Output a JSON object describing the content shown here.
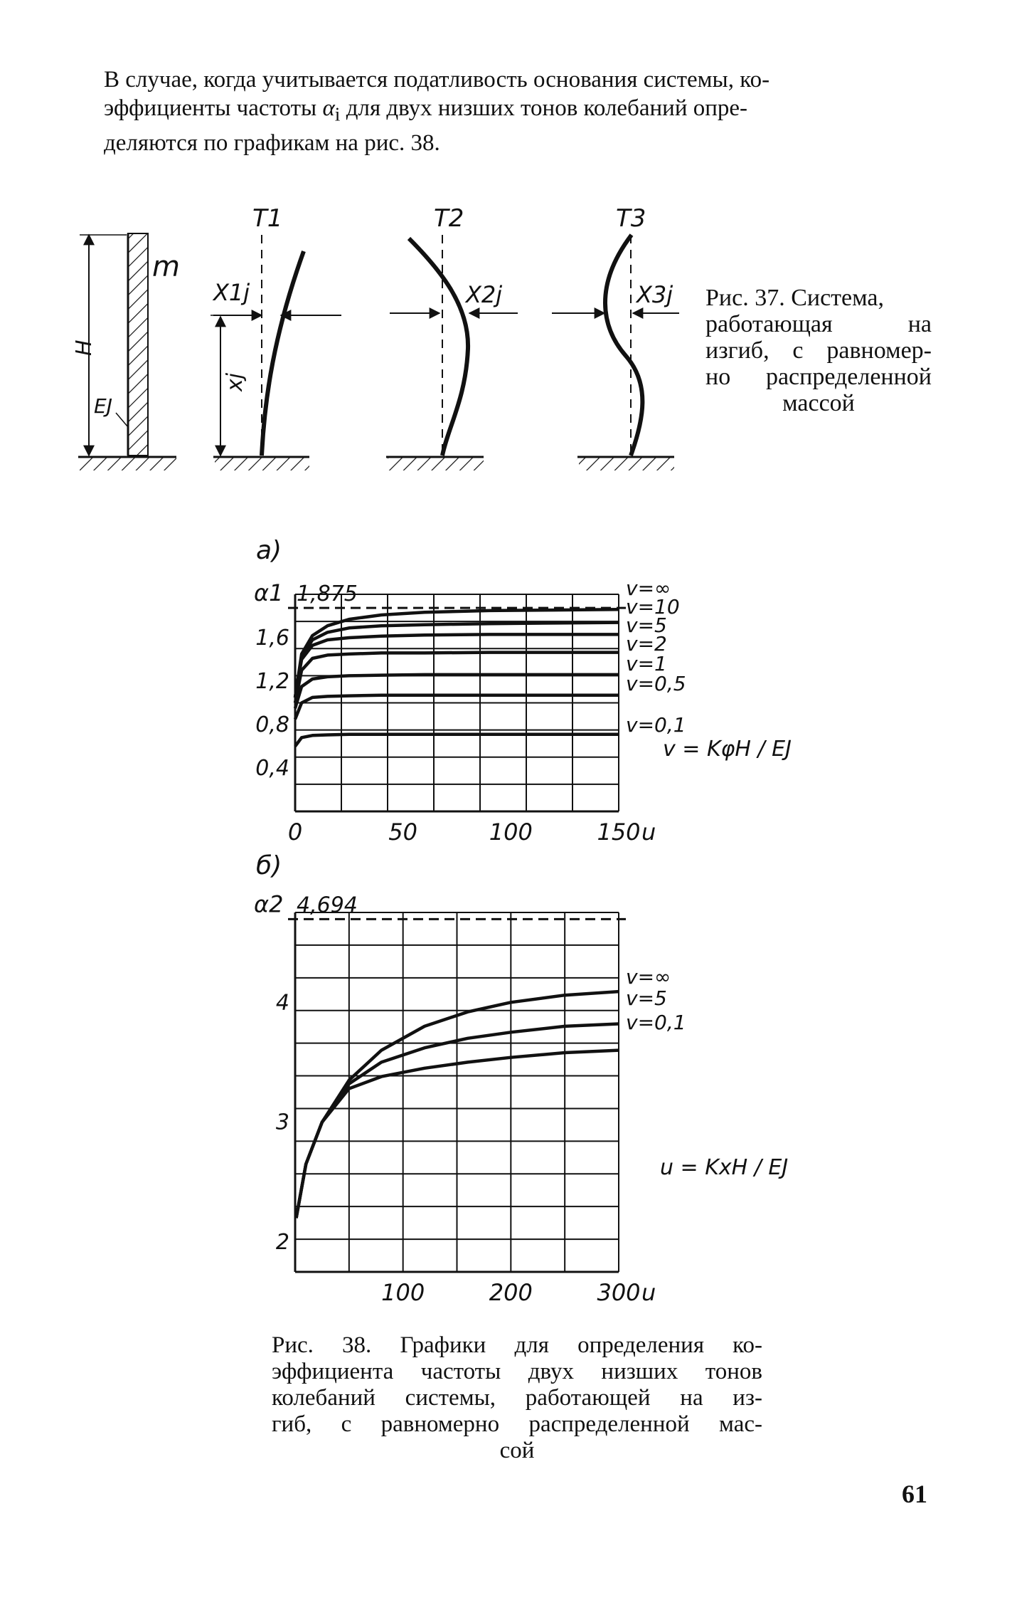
{
  "paragraph": {
    "line1": "В случае, когда учитывается податливость основания системы, ко-",
    "line2_a": "эффициенты частоты ",
    "line2_sym": "α",
    "line2_sub": "i",
    "line2_b": " для двух низших тонов колебаний опре-",
    "line3": "деляются по графикам на рис. 38."
  },
  "figure37": {
    "caption_lines": [
      "Рис. 37. Система,",
      "работающая на",
      "изгиб, с равномер-",
      "но распределенной",
      "массой"
    ],
    "labels": {
      "mass": "m",
      "height": "H",
      "stiffness": "EJ",
      "coord": "xj",
      "mode1": "T1",
      "mode2": "T2",
      "mode3": "T3",
      "disp1": "X1j",
      "disp2": "X2j",
      "disp3": "X3j"
    }
  },
  "figure38": {
    "caption_lines": [
      "Рис. 38. Графики для определения ко-",
      "эффициента частоты двух низших тонов",
      "колебаний системы, работающей на из-",
      "гиб, с равномерно распределенной мас-",
      "сой"
    ]
  },
  "chart_data": [
    {
      "type": "line",
      "panel_label": "а)",
      "ylabel": "α1",
      "xlabel": "u",
      "asymptote": 1.875,
      "asymptote_label": "1,875",
      "xlim": [
        0,
        150
      ],
      "ylim": [
        0,
        2.0
      ],
      "x_ticks": [
        "0",
        "50",
        "100",
        "150"
      ],
      "y_ticks": [
        "0,4",
        "0,8",
        "1,2",
        "1,6"
      ],
      "grid": true,
      "formula": "v = KφH / EJ",
      "series": [
        {
          "name": "v=∞",
          "x": [
            0,
            3,
            8,
            15,
            25,
            40,
            60,
            90,
            120,
            150
          ],
          "values": [
            1.05,
            1.45,
            1.62,
            1.71,
            1.77,
            1.81,
            1.835,
            1.85,
            1.855,
            1.86
          ]
        },
        {
          "name": "v=10",
          "x": [
            0,
            3,
            8,
            15,
            25,
            40,
            60,
            90,
            120,
            150
          ],
          "values": [
            1.05,
            1.42,
            1.58,
            1.65,
            1.69,
            1.71,
            1.72,
            1.73,
            1.735,
            1.74
          ]
        },
        {
          "name": "v=5",
          "x": [
            0,
            3,
            8,
            15,
            25,
            40,
            60,
            90,
            120,
            150
          ],
          "values": [
            1.05,
            1.4,
            1.53,
            1.58,
            1.6,
            1.615,
            1.625,
            1.63,
            1.63,
            1.63
          ]
        },
        {
          "name": "v=2",
          "x": [
            0,
            3,
            8,
            15,
            25,
            40,
            60,
            90,
            120,
            150
          ],
          "values": [
            1.0,
            1.3,
            1.41,
            1.44,
            1.45,
            1.46,
            1.46,
            1.465,
            1.465,
            1.465
          ]
        },
        {
          "name": "v=1",
          "x": [
            0,
            3,
            8,
            15,
            25,
            40,
            60,
            90,
            120,
            150
          ],
          "values": [
            0.95,
            1.15,
            1.22,
            1.24,
            1.25,
            1.255,
            1.26,
            1.26,
            1.26,
            1.26
          ]
        },
        {
          "name": "v=0,5",
          "x": [
            0,
            3,
            8,
            15,
            25,
            40,
            60,
            90,
            120,
            150
          ],
          "values": [
            0.85,
            1.0,
            1.05,
            1.06,
            1.065,
            1.07,
            1.07,
            1.07,
            1.07,
            1.07
          ]
        },
        {
          "name": "v=0,1",
          "x": [
            0,
            3,
            8,
            15,
            25,
            40,
            60,
            90,
            120,
            150
          ],
          "values": [
            0.6,
            0.68,
            0.7,
            0.705,
            0.71,
            0.71,
            0.71,
            0.71,
            0.71,
            0.71
          ]
        }
      ]
    },
    {
      "type": "line",
      "panel_label": "б)",
      "ylabel": "α2",
      "xlabel": "u",
      "asymptote": 4.694,
      "asymptote_label": "4,694",
      "xlim": [
        0,
        300
      ],
      "ylim": [
        1.75,
        4.75
      ],
      "x_ticks": [
        "100",
        "200",
        "300"
      ],
      "y_ticks": [
        "2",
        "3",
        "4"
      ],
      "grid": true,
      "formula": "u = KxH / EJ",
      "series": [
        {
          "name": "v=∞",
          "x": [
            1,
            10,
            25,
            50,
            80,
            120,
            160,
            200,
            250,
            300
          ],
          "values": [
            2.2,
            2.65,
            3.0,
            3.35,
            3.6,
            3.8,
            3.92,
            4.0,
            4.06,
            4.09
          ]
        },
        {
          "name": "v=5",
          "x": [
            1,
            10,
            25,
            50,
            80,
            120,
            160,
            200,
            250,
            300
          ],
          "values": [
            2.2,
            2.65,
            3.0,
            3.32,
            3.5,
            3.62,
            3.7,
            3.75,
            3.8,
            3.82
          ]
        },
        {
          "name": "v=0,1",
          "x": [
            1,
            10,
            25,
            50,
            80,
            120,
            160,
            200,
            250,
            300
          ],
          "values": [
            2.2,
            2.65,
            3.0,
            3.28,
            3.38,
            3.45,
            3.5,
            3.54,
            3.58,
            3.6
          ]
        }
      ]
    }
  ],
  "page_number": "61"
}
